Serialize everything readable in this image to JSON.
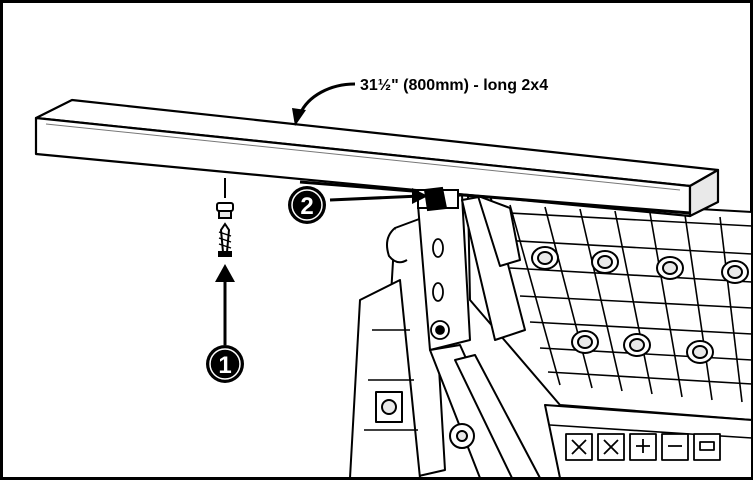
{
  "diagram": {
    "board_label": "31½\" (800mm) - long 2x4",
    "steps": [
      {
        "number": "1"
      },
      {
        "number": "2"
      }
    ],
    "colors": {
      "line": "#000000",
      "background": "#ffffff",
      "shade": "#e9e9e9",
      "badge": "#000000"
    }
  }
}
